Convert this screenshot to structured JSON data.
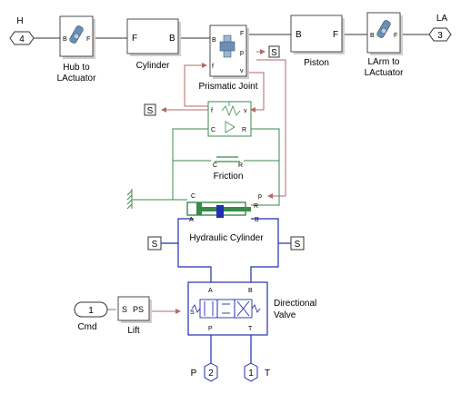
{
  "colors": {
    "mech_line": "#333333",
    "signal_line": "#b26a6a",
    "friction_line": "#3a8a4a",
    "hydraulic_line": "#1f2fb0",
    "block_border": "#222222",
    "block_shadow": "#cfcfcf",
    "valve_border": "#1f2fb0"
  },
  "inports": {
    "h": {
      "number": "4",
      "name": "H"
    },
    "cmd": {
      "number": "1",
      "name": "Cmd"
    }
  },
  "outports": {
    "la": {
      "number": "3",
      "name": "LA"
    },
    "p": {
      "number": "2",
      "name": "P"
    },
    "t": {
      "number": "1",
      "name": "T"
    }
  },
  "blocks": {
    "hub": {
      "name": "Hub to\nLActuator",
      "left_port": "B",
      "right_port": "F"
    },
    "cylinder": {
      "name": "Cylinder",
      "left_port": "F",
      "right_port": "B"
    },
    "prismatic": {
      "name": "Prismatic  Joint",
      "ports": {
        "B": "B",
        "F": "F",
        "p": "p",
        "f": "f",
        "v": "v"
      }
    },
    "piston": {
      "name": "Piston",
      "left_port": "B",
      "right_port": "F"
    },
    "larm": {
      "name": "LArm to\nLActuator",
      "left_port": "B",
      "right_port": "F"
    },
    "sensor": {
      "ports": {
        "f": "f",
        "v": "v",
        "C": "C",
        "R": "R"
      }
    },
    "friction": {
      "name": "Friction",
      "ports": {
        "C": "C",
        "R": "R"
      }
    },
    "hydraulic_cylinder": {
      "name": "Hydraulic Cylinder",
      "ports": {
        "C": "C",
        "R": "R",
        "p": "p",
        "A": "A",
        "B": "B"
      }
    },
    "lift": {
      "name": "Lift",
      "ports": {
        "S": "S",
        "PS": "PS"
      }
    },
    "valve": {
      "name": "Directional\nValve",
      "ports": {
        "A": "A",
        "B": "B",
        "P": "P",
        "T": "T",
        "S": "S"
      }
    }
  },
  "tags": {
    "tag": "S"
  }
}
